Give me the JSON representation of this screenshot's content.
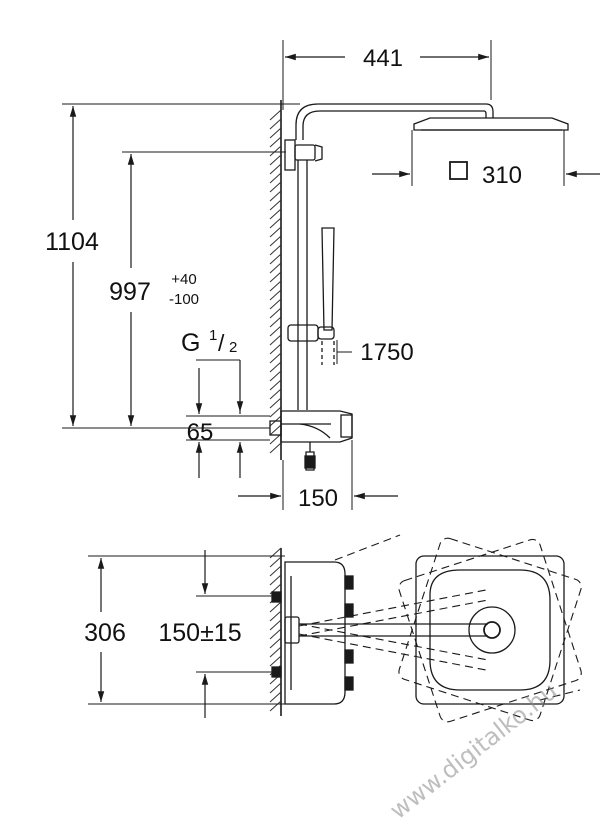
{
  "dimensions": {
    "arm_length": "441",
    "head_size": "310",
    "total_height": "1104",
    "rail_height_main": "997",
    "rail_tolerance_plus": "+40",
    "rail_tolerance_minus": "-100",
    "thread_prefix": "G",
    "thread_num": "1",
    "thread_slash": "/",
    "thread_den": "2",
    "hose_length": "1750",
    "connection_height": "65",
    "thermostat_depth": "150",
    "top_view_width": "306",
    "center_distance": "150±15"
  },
  "watermark": "www.digitalko.hu",
  "colors": {
    "line": "#1a1a1a",
    "light_line": "#555555",
    "hatch": "#333333"
  }
}
